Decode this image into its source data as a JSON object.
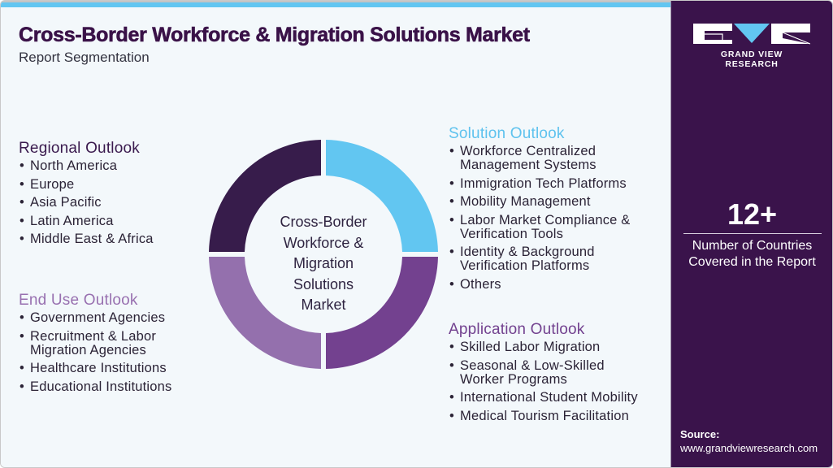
{
  "header": {
    "title": "Cross-Border Workforce & Migration Solutions Market",
    "subtitle": "Report Segmentation"
  },
  "colors": {
    "top_bar": "#62c6f1",
    "sidebar_bg": "#3a134b",
    "main_bg": "#f3f8fb",
    "title": "#3a1248",
    "donut_dark": "#371c4b",
    "donut_light_blue": "#62c6f1",
    "donut_purple": "#73418f",
    "donut_lavender": "#9470ad"
  },
  "donut": {
    "center_label": [
      "Cross-Border",
      "Workforce &",
      "Migration",
      "Solutions",
      "Market"
    ],
    "segments": [
      {
        "name": "Solution Outlook",
        "color": "#62c6f1",
        "position": "top-right"
      },
      {
        "name": "Application Outlook",
        "color": "#73418f",
        "position": "bottom-right"
      },
      {
        "name": "End Use Outlook",
        "color": "#9470ad",
        "position": "bottom-left"
      },
      {
        "name": "Regional Outlook",
        "color": "#371c4b",
        "position": "top-left"
      }
    ]
  },
  "sections": {
    "regional": {
      "title": "Regional Outlook",
      "items": [
        "North America",
        "Europe",
        "Asia Pacific",
        "Latin America",
        "Middle East & Africa"
      ]
    },
    "end_use": {
      "title": "End Use Outlook",
      "items": [
        "Government Agencies",
        "Recruitment & Labor\nMigration Agencies",
        "Healthcare Institutions",
        "Educational Institutions"
      ]
    },
    "solution": {
      "title": "Solution Outlook",
      "items": [
        "Workforce Centralized\nManagement Systems",
        "Immigration Tech Platforms",
        "Mobility Management",
        "Labor Market Compliance &\nVerification Tools",
        "Identity & Background\nVerification Platforms",
        "Others"
      ]
    },
    "application": {
      "title": "Application Outlook",
      "items": [
        "Skilled Labor Migration",
        "Seasonal & Low-Skilled\nWorker Programs",
        "International Student Mobility",
        "Medical Tourism Facilitation"
      ]
    }
  },
  "sidebar": {
    "logo_text": "GRAND VIEW RESEARCH",
    "stat_value": "12+",
    "stat_label": [
      "Number of Countries",
      "Covered in the Report"
    ],
    "source_label": "Source:",
    "source_url": "www.grandviewresearch.com"
  }
}
